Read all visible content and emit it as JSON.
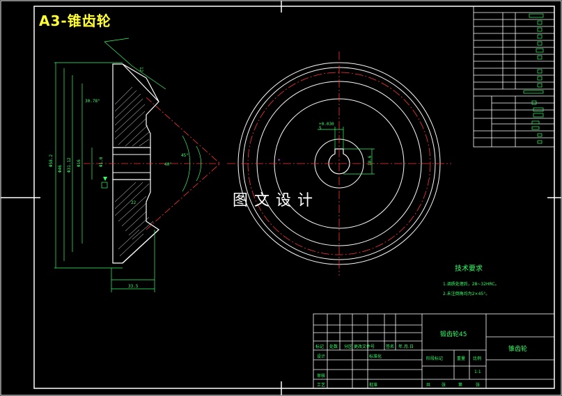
{
  "drawing": {
    "title": "A3-锥齿轮",
    "watermark": "图文设计"
  },
  "tech_requirements": {
    "heading": "技术要求",
    "notes": [
      "1.调质处理后，28~32HRC。",
      "2.未注倒角均为2×45°。"
    ]
  },
  "title_block": {
    "material": "锻齿轮45",
    "part_name": "锥齿轮",
    "header_cells": [
      "标记",
      "处数",
      "分区",
      "更改文件号",
      "签名",
      "年.月.日"
    ],
    "rows": [
      {
        "label": "设计",
        "label2": "标准化"
      },
      {
        "label": "审核",
        "label2": ""
      },
      {
        "label": "工艺",
        "label2": "批准"
      }
    ],
    "stage_label": "阶段标记",
    "weight_label": "重量",
    "scale_label": "比例",
    "scale_value": "1:1",
    "sheet_labels": [
      "共",
      "张",
      "第",
      "张"
    ]
  },
  "side_view_dims": {
    "angle_top": "30.78°",
    "dia_1": "Φ58.2",
    "dia_2": "Φ46",
    "dia_3": "Φ31.12",
    "dia_4": "Φ16",
    "bore": "Φ1.0",
    "angle_cone": "40°",
    "angle_a": "45°",
    "width": "33.5",
    "chamfer_b": "12",
    "chamfer_c": "22"
  },
  "front_view_dims": {
    "keyway_width": "5",
    "keyway_depth": "18.6",
    "keyway_tol": "+0.030"
  },
  "colors": {
    "outline": "#ffffff",
    "dimension": "#33ff66",
    "center": "#ff3333",
    "title": "#ffff33"
  }
}
